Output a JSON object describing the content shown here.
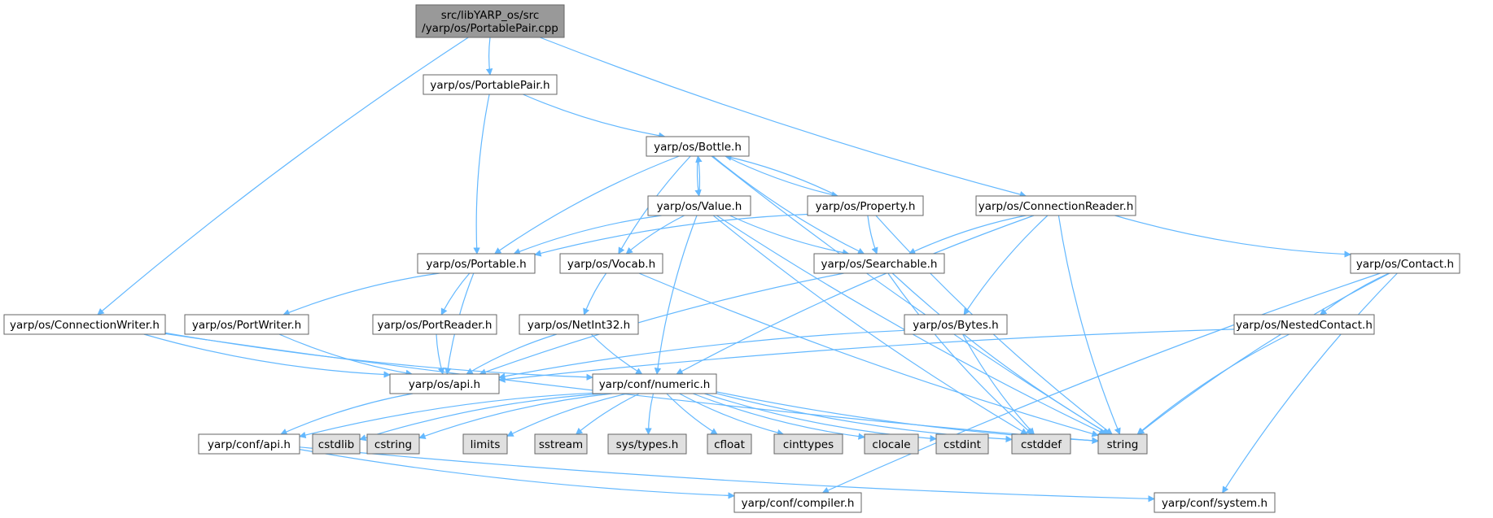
{
  "graph": {
    "colors": {
      "edge": "#63b8ff",
      "node_fill": "#ffffff",
      "root_fill": "#999999",
      "system_fill": "#e0e0e0",
      "border": "#666666"
    },
    "nodes": [
      {
        "id": "root",
        "lines": [
          "src/libYARP_os/src",
          "/yarp/os/PortablePair.cpp"
        ],
        "kind": "root"
      },
      {
        "id": "portablepair_h",
        "lines": [
          "yarp/os/PortablePair.h"
        ],
        "kind": "header"
      },
      {
        "id": "bottle_h",
        "lines": [
          "yarp/os/Bottle.h"
        ],
        "kind": "header"
      },
      {
        "id": "value_h",
        "lines": [
          "yarp/os/Value.h"
        ],
        "kind": "header"
      },
      {
        "id": "property_h",
        "lines": [
          "yarp/os/Property.h"
        ],
        "kind": "header"
      },
      {
        "id": "connectionreader_h",
        "lines": [
          "yarp/os/ConnectionReader.h"
        ],
        "kind": "header"
      },
      {
        "id": "portable_h",
        "lines": [
          "yarp/os/Portable.h"
        ],
        "kind": "header"
      },
      {
        "id": "vocab_h",
        "lines": [
          "yarp/os/Vocab.h"
        ],
        "kind": "header"
      },
      {
        "id": "searchable_h",
        "lines": [
          "yarp/os/Searchable.h"
        ],
        "kind": "header"
      },
      {
        "id": "contact_h",
        "lines": [
          "yarp/os/Contact.h"
        ],
        "kind": "header"
      },
      {
        "id": "connectionwriter_h",
        "lines": [
          "yarp/os/ConnectionWriter.h"
        ],
        "kind": "header"
      },
      {
        "id": "portwriter_h",
        "lines": [
          "yarp/os/PortWriter.h"
        ],
        "kind": "header"
      },
      {
        "id": "portreader_h",
        "lines": [
          "yarp/os/PortReader.h"
        ],
        "kind": "header"
      },
      {
        "id": "netint32_h",
        "lines": [
          "yarp/os/NetInt32.h"
        ],
        "kind": "header"
      },
      {
        "id": "bytes_h",
        "lines": [
          "yarp/os/Bytes.h"
        ],
        "kind": "header"
      },
      {
        "id": "nestedcontact_h",
        "lines": [
          "yarp/os/NestedContact.h"
        ],
        "kind": "header"
      },
      {
        "id": "os_api_h",
        "lines": [
          "yarp/os/api.h"
        ],
        "kind": "header"
      },
      {
        "id": "numeric_h",
        "lines": [
          "yarp/conf/numeric.h"
        ],
        "kind": "header"
      },
      {
        "id": "conf_api_h",
        "lines": [
          "yarp/conf/api.h"
        ],
        "kind": "header"
      },
      {
        "id": "cstdlib",
        "lines": [
          "cstdlib"
        ],
        "kind": "system"
      },
      {
        "id": "cstring",
        "lines": [
          "cstring"
        ],
        "kind": "system"
      },
      {
        "id": "limits",
        "lines": [
          "limits"
        ],
        "kind": "system"
      },
      {
        "id": "sstream",
        "lines": [
          "sstream"
        ],
        "kind": "system"
      },
      {
        "id": "systypes",
        "lines": [
          "sys/types.h"
        ],
        "kind": "system"
      },
      {
        "id": "cfloat",
        "lines": [
          "cfloat"
        ],
        "kind": "system"
      },
      {
        "id": "cinttypes",
        "lines": [
          "cinttypes"
        ],
        "kind": "system"
      },
      {
        "id": "clocale",
        "lines": [
          "clocale"
        ],
        "kind": "system"
      },
      {
        "id": "cstdint",
        "lines": [
          "cstdint"
        ],
        "kind": "system"
      },
      {
        "id": "cstddef",
        "lines": [
          "cstddef"
        ],
        "kind": "system"
      },
      {
        "id": "string",
        "lines": [
          "string"
        ],
        "kind": "system"
      },
      {
        "id": "compiler_h",
        "lines": [
          "yarp/conf/compiler.h"
        ],
        "kind": "header"
      },
      {
        "id": "system_h",
        "lines": [
          "yarp/conf/system.h"
        ],
        "kind": "header"
      }
    ],
    "edges": [
      [
        "root",
        "portablepair_h"
      ],
      [
        "root",
        "connectionwriter_h"
      ],
      [
        "root",
        "connectionreader_h"
      ],
      [
        "portablepair_h",
        "bottle_h"
      ],
      [
        "portablepair_h",
        "portable_h"
      ],
      [
        "bottle_h",
        "value_h"
      ],
      [
        "bottle_h",
        "property_h"
      ],
      [
        "bottle_h",
        "portable_h"
      ],
      [
        "bottle_h",
        "vocab_h"
      ],
      [
        "bottle_h",
        "searchable_h"
      ],
      [
        "bottle_h",
        "string"
      ],
      [
        "value_h",
        "bottle_h"
      ],
      [
        "value_h",
        "portable_h"
      ],
      [
        "value_h",
        "vocab_h"
      ],
      [
        "value_h",
        "searchable_h"
      ],
      [
        "value_h",
        "numeric_h"
      ],
      [
        "value_h",
        "cstddef"
      ],
      [
        "value_h",
        "string"
      ],
      [
        "property_h",
        "bottle_h"
      ],
      [
        "property_h",
        "portable_h"
      ],
      [
        "property_h",
        "searchable_h"
      ],
      [
        "property_h",
        "string"
      ],
      [
        "connectionreader_h",
        "searchable_h"
      ],
      [
        "connectionreader_h",
        "bytes_h"
      ],
      [
        "connectionreader_h",
        "numeric_h"
      ],
      [
        "connectionreader_h",
        "string"
      ],
      [
        "connectionreader_h",
        "contact_h"
      ],
      [
        "portable_h",
        "portwriter_h"
      ],
      [
        "portable_h",
        "portreader_h"
      ],
      [
        "portable_h",
        "os_api_h"
      ],
      [
        "vocab_h",
        "netint32_h"
      ],
      [
        "vocab_h",
        "string"
      ],
      [
        "searchable_h",
        "os_api_h"
      ],
      [
        "searchable_h",
        "cstddef"
      ],
      [
        "searchable_h",
        "string"
      ],
      [
        "contact_h",
        "nestedcontact_h"
      ],
      [
        "contact_h",
        "string"
      ],
      [
        "contact_h",
        "compiler_h"
      ],
      [
        "contact_h",
        "system_h"
      ],
      [
        "connectionwriter_h",
        "os_api_h"
      ],
      [
        "connectionwriter_h",
        "numeric_h"
      ],
      [
        "connectionwriter_h",
        "string"
      ],
      [
        "portwriter_h",
        "os_api_h"
      ],
      [
        "portreader_h",
        "os_api_h"
      ],
      [
        "netint32_h",
        "os_api_h"
      ],
      [
        "netint32_h",
        "numeric_h"
      ],
      [
        "bytes_h",
        "os_api_h"
      ],
      [
        "bytes_h",
        "cstddef"
      ],
      [
        "nestedcontact_h",
        "os_api_h"
      ],
      [
        "nestedcontact_h",
        "string"
      ],
      [
        "os_api_h",
        "conf_api_h"
      ],
      [
        "numeric_h",
        "conf_api_h"
      ],
      [
        "numeric_h",
        "cstdlib"
      ],
      [
        "numeric_h",
        "cstring"
      ],
      [
        "numeric_h",
        "limits"
      ],
      [
        "numeric_h",
        "sstream"
      ],
      [
        "numeric_h",
        "systypes"
      ],
      [
        "numeric_h",
        "cfloat"
      ],
      [
        "numeric_h",
        "cinttypes"
      ],
      [
        "numeric_h",
        "clocale"
      ],
      [
        "numeric_h",
        "cstdint"
      ],
      [
        "numeric_h",
        "cstddef"
      ],
      [
        "numeric_h",
        "string"
      ],
      [
        "conf_api_h",
        "compiler_h"
      ],
      [
        "conf_api_h",
        "system_h"
      ]
    ]
  }
}
